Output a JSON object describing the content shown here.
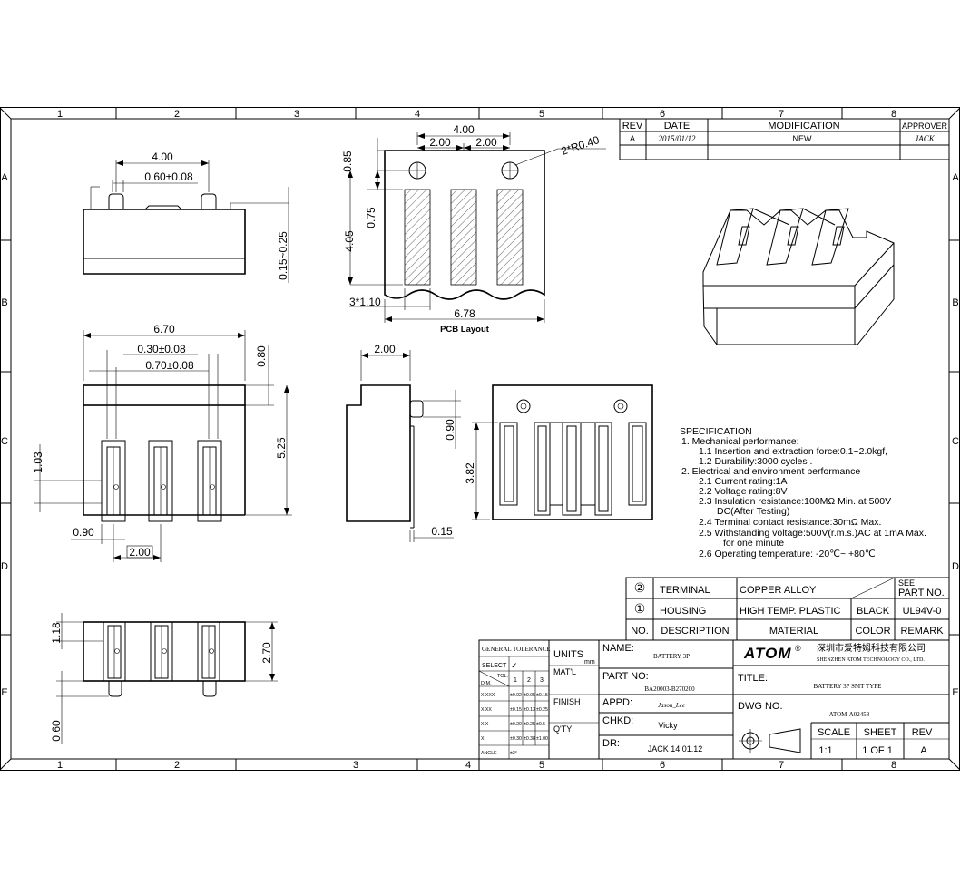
{
  "frame": {
    "columns": [
      "1",
      "2",
      "3",
      "4",
      "5",
      "6",
      "7",
      "8"
    ],
    "rows": [
      "A",
      "B",
      "C",
      "D",
      "E"
    ]
  },
  "revision": {
    "headers": [
      "REV",
      "DATE",
      "MODIFICATION",
      "APPROVER"
    ],
    "rows": [
      {
        "rev": "A",
        "date": "2015/01/12",
        "modification": "NEW",
        "approver": "JACK"
      }
    ]
  },
  "views": {
    "top_dims": [
      "4.00",
      "0.60±0.08",
      "0.15~0.25"
    ],
    "pcb_dims": [
      "4.00",
      "2.00",
      "2.00",
      "2*R0.40",
      "0.85",
      "0.75",
      "4.05",
      "3*1.10",
      "6.78"
    ],
    "pcb_label": "PCB Layout",
    "front_dims": [
      "6.70",
      "0.30±0.08",
      "0.70±0.08",
      "0.80",
      "5.25",
      "1.03",
      "0.90",
      "2.00"
    ],
    "side_dims": [
      "2.00",
      "0.90",
      "0.15"
    ],
    "rear_dims": [
      "3.82"
    ],
    "bottom_dims": [
      "1.18",
      "2.70",
      "0.60"
    ]
  },
  "specification": {
    "title": "SPECIFICATION",
    "lines": [
      "1. Mechanical performance:",
      "1.1 Insertion and extraction force:0.1~2.0kgf,",
      "1.2 Durability:3000 cycles .",
      "2. Electrical and environment performance",
      "2.1 Current rating:1A",
      "2.2 Voltage rating:8V",
      "2.3 Insulation resistance:100MΩ Min. at 500V",
      "DC(After Testing)",
      "2.4 Terminal contact resistance:30mΩ Max.",
      "2.5 Withstanding voltage:500V(r.m.s.)AC at 1mA Max.",
      "for one minute",
      "2.6 Operating temperature: -20℃~ +80℃"
    ]
  },
  "bom": {
    "see_part_no": [
      "SEE",
      "PART NO."
    ],
    "rows": [
      {
        "no": "②",
        "description": "TERMINAL",
        "material": "COPPER ALLOY",
        "color": "",
        "remark": ""
      },
      {
        "no": "①",
        "description": "HOUSING",
        "material": "HIGH TEMP. PLASTIC",
        "color": "BLACK",
        "remark": "UL94V-0"
      }
    ],
    "headers": [
      "NO.",
      "DESCRIPTION",
      "MATERIAL",
      "COLOR",
      "REMARK"
    ]
  },
  "title_block": {
    "tolerance_title": "GENERAL TOLERANCE",
    "select": "SELECT",
    "check": "✓",
    "tol": "TOL.",
    "dim": "DIM.",
    "tol_cols": [
      "1",
      "2",
      "3"
    ],
    "tol_rows": [
      {
        "label": "X.XXX",
        "v": [
          "±0.02",
          "±0.05",
          "±0.15"
        ]
      },
      {
        "label": "X.XX",
        "v": [
          "±0.15",
          "±0.13",
          "±0.25"
        ]
      },
      {
        "label": "X.X",
        "v": [
          "±0.20",
          "±0.25",
          "±0.5"
        ]
      },
      {
        "label": "X.",
        "v": [
          "±0.30",
          "±0.38",
          "±1.00"
        ]
      },
      {
        "label": "ANGLE",
        "v": [
          "±2°",
          "",
          ""
        ]
      }
    ],
    "units_label": "UNITS",
    "units": "mm",
    "matl": "MAT'L",
    "finish": "FINISH",
    "qty": "Q'TY",
    "name_label": "NAME:",
    "name": "BATTERY 3P",
    "part_no_label": "PART NO:",
    "part_no": "BA20003-B270200",
    "appd_label": "APPD:",
    "appd": "Jason_Lee",
    "chkd_label": "CHKD:",
    "chkd": "Vicky",
    "dr_label": "DR:",
    "dr": "JACK 14.01.12",
    "logo": "ATOM",
    "logo_reg": "®",
    "company_cn": "深圳市爱特姆科技有限公司",
    "company_en": "SHENZHEN ATOM TECHNOLOGY CO., LTD.",
    "title_label": "TITLE:",
    "title": "BATTERY 3P SMT TYPE",
    "dwg_label": "DWG NO.",
    "dwg_no": "ATOM-A02458",
    "scale_label": "SCALE",
    "scale": "1:1",
    "sheet_label": "SHEET",
    "sheet": "1 OF 1",
    "rev_label": "REV",
    "rev": "A"
  }
}
